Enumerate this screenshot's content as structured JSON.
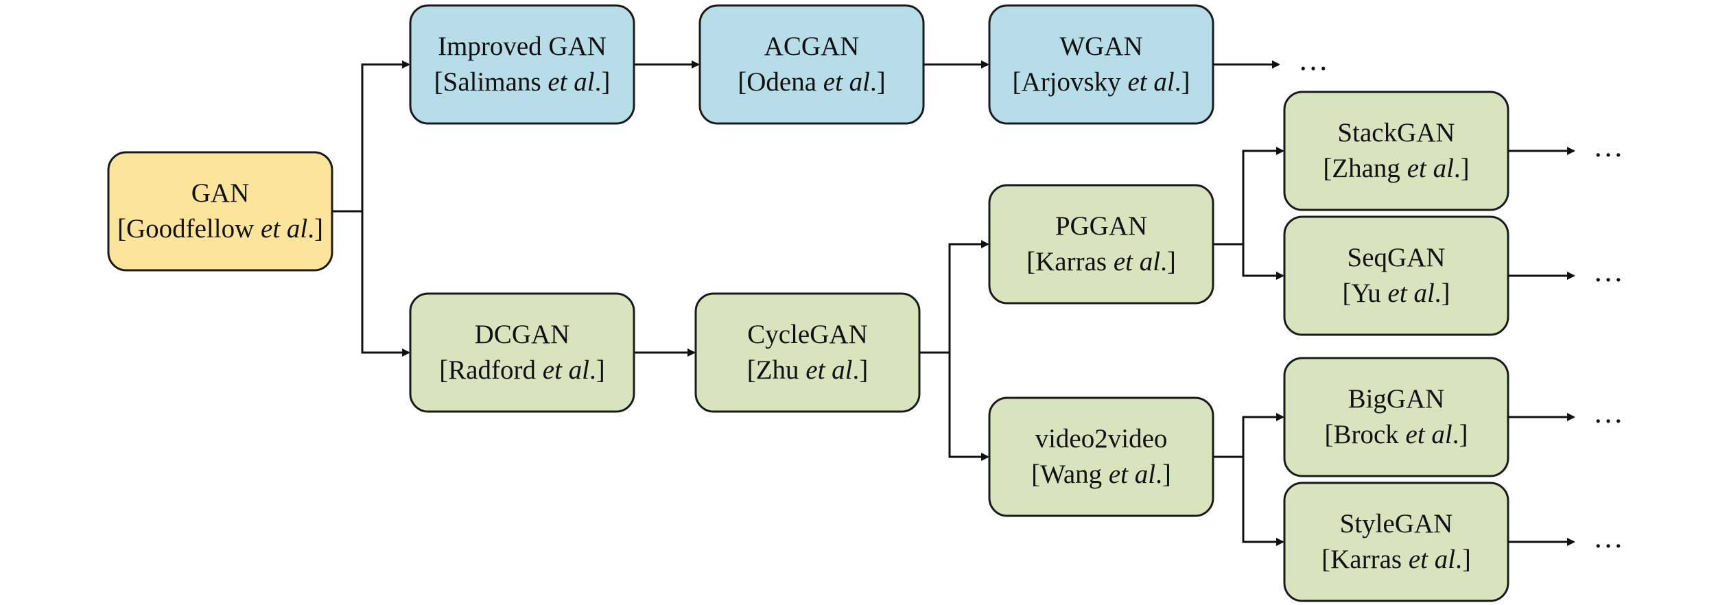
{
  "colors": {
    "root_fill": "#fde49b",
    "blue_fill": "#b7dde8",
    "green_fill": "#d7e4bd",
    "stroke": "#1a1a1a"
  },
  "nodes": [
    {
      "id": "gan",
      "name": "GAN",
      "citation": "Goodfellow",
      "fill": "root"
    },
    {
      "id": "improved-gan",
      "name": "Improved GAN",
      "citation": "Salimans",
      "fill": "blue"
    },
    {
      "id": "acgan",
      "name": "ACGAN",
      "citation": "Odena",
      "fill": "blue"
    },
    {
      "id": "wgan",
      "name": "WGAN",
      "citation": "Arjovsky",
      "fill": "blue"
    },
    {
      "id": "dcgan",
      "name": "DCGAN",
      "citation": "Radford",
      "fill": "green"
    },
    {
      "id": "cyclegan",
      "name": "CycleGAN",
      "citation": "Zhu",
      "fill": "green"
    },
    {
      "id": "pggan",
      "name": "PGGAN",
      "citation": "Karras",
      "fill": "green"
    },
    {
      "id": "video2video",
      "name": "video2video",
      "citation": "Wang",
      "fill": "green"
    },
    {
      "id": "stackgan",
      "name": "StackGAN",
      "citation": "Zhang",
      "fill": "green"
    },
    {
      "id": "seqgan",
      "name": "SeqGAN",
      "citation": "Yu",
      "fill": "green"
    },
    {
      "id": "biggan",
      "name": "BigGAN",
      "citation": "Brock",
      "fill": "green"
    },
    {
      "id": "stylegan",
      "name": "StyleGAN",
      "citation": "Karras",
      "fill": "green"
    }
  ],
  "edges": [
    {
      "from": "gan",
      "to": "improved-gan"
    },
    {
      "from": "gan",
      "to": "dcgan"
    },
    {
      "from": "improved-gan",
      "to": "acgan"
    },
    {
      "from": "acgan",
      "to": "wgan"
    },
    {
      "from": "dcgan",
      "to": "cyclegan"
    },
    {
      "from": "cyclegan",
      "to": "pggan"
    },
    {
      "from": "cyclegan",
      "to": "video2video"
    },
    {
      "from": "pggan",
      "to": "stackgan"
    },
    {
      "from": "pggan",
      "to": "seqgan"
    },
    {
      "from": "video2video",
      "to": "biggan"
    },
    {
      "from": "video2video",
      "to": "stylegan"
    }
  ],
  "continuations": [
    "wgan",
    "stackgan",
    "seqgan",
    "biggan",
    "stylegan"
  ],
  "labels": {
    "et_al": "et al.",
    "ellipsis": "…"
  }
}
